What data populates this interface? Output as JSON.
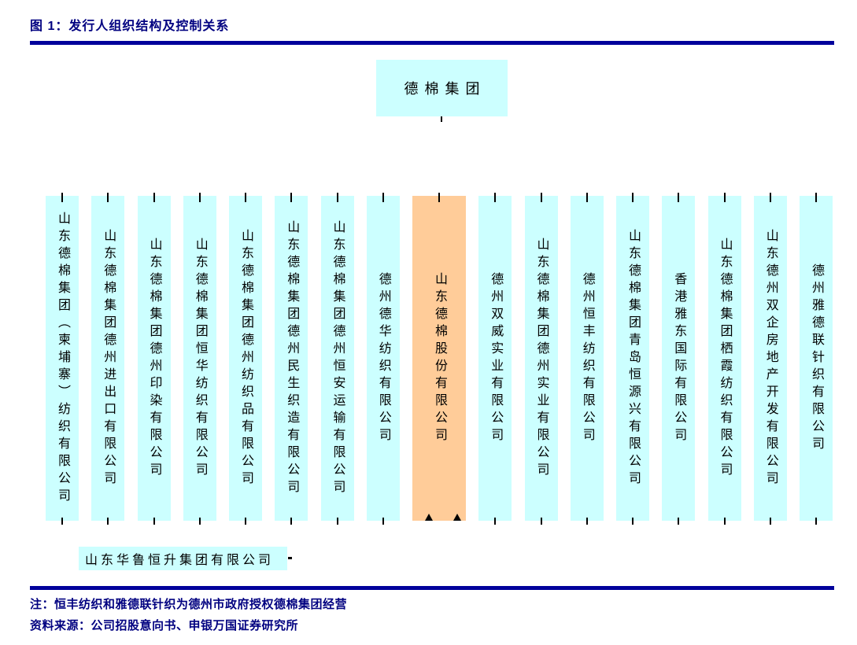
{
  "figure": {
    "label": "图 1：发行人组织结构及控制关系",
    "note": "注：恒丰纺织和雅德联针织为德州市政府授权德棉集团经营",
    "source": "资料来源：公司招股意向书、申银万国证券研究所"
  },
  "org_chart": {
    "parent": {
      "name": "德棉集团"
    },
    "subsidiaries": [
      {
        "name": "山东德棉集团（柬埔寨）纺织有限公司",
        "highlighted": false
      },
      {
        "name": "山东德棉集团德州进出口有限公司",
        "highlighted": false
      },
      {
        "name": "山东德棉集团德州印染有限公司",
        "highlighted": false
      },
      {
        "name": "山东德棉集团恒华纺织有限公司",
        "highlighted": false
      },
      {
        "name": "山东德棉集团德州纺织品有限公司",
        "highlighted": false
      },
      {
        "name": "山东德棉集团德州民生织造有限公司",
        "highlighted": false
      },
      {
        "name": "山东德棉集团德州恒安运输有限公司",
        "highlighted": false
      },
      {
        "name": "德州德华纺织有限公司",
        "highlighted": false
      },
      {
        "name": "山东德棉股份有限公司",
        "highlighted": true
      },
      {
        "name": "德州双威实业有限公司",
        "highlighted": false
      },
      {
        "name": "山东德棉集团德州实业有限公司",
        "highlighted": false
      },
      {
        "name": "德州恒丰纺织有限公司",
        "highlighted": false
      },
      {
        "name": "山东德棉集团青岛恒源兴有限公司",
        "highlighted": false
      },
      {
        "name": "香港雅东国际有限公司",
        "highlighted": false
      },
      {
        "name": "山东德棉集团栖霞纺织有限公司",
        "highlighted": false
      },
      {
        "name": "山东德州双企房地产开发有限公司",
        "highlighted": false
      },
      {
        "name": "德州雅德联针织有限公司",
        "highlighted": false
      }
    ],
    "related_entity": {
      "name": "山东华鲁恒升集团有限公司"
    }
  },
  "colors": {
    "box_fill": "#CCFFFF",
    "highlight_fill": "#FFCC99",
    "accent_text": "#000080",
    "rule": "#00009B",
    "box_text": "#000000"
  }
}
